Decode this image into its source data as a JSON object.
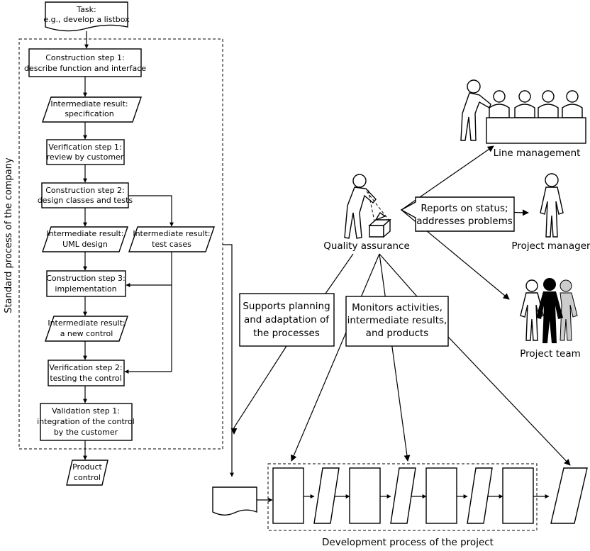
{
  "task": {
    "lines": [
      "Task:",
      "e.g., develop a listbox"
    ]
  },
  "standard_process_label": "Standard process of the company",
  "steps": {
    "construction1": [
      "Construction step 1:",
      "describe function and interface"
    ],
    "result_spec": [
      "Intermediate result:",
      "specification"
    ],
    "verification1": [
      "Verification step 1:",
      "review by customer"
    ],
    "construction2": [
      "Construction step 2:",
      "design classes and tests"
    ],
    "result_uml": [
      "Intermediate result:",
      "UML design"
    ],
    "result_tests": [
      "Intermediate result:",
      "test cases"
    ],
    "construction3": [
      "Construction step 3:",
      "implementation"
    ],
    "result_control": [
      "Intermediate result:",
      "a new control"
    ],
    "verification2": [
      "Verification step 2:",
      "testing the control"
    ],
    "validation1": [
      "Validation step 1:",
      "integration of the control",
      "by the customer"
    ]
  },
  "product": [
    "Product",
    "control"
  ],
  "quality_assurance": "Quality assurance",
  "line_management": "Line management",
  "project_manager": "Project manager",
  "project_team": "Project team",
  "callouts": {
    "reports": [
      "Reports on status;",
      "addresses problems"
    ],
    "supports": [
      "Supports planning",
      "and adaptation of",
      "the processes"
    ],
    "monitors": [
      "Monitors activities,",
      "intermediate results,",
      "and products"
    ]
  },
  "development_process_label": "Development process of the project",
  "icons": {
    "qa": "inspector-with-box-icon",
    "management": "management-table-icon",
    "manager": "person-icon",
    "team": "team-icon"
  }
}
